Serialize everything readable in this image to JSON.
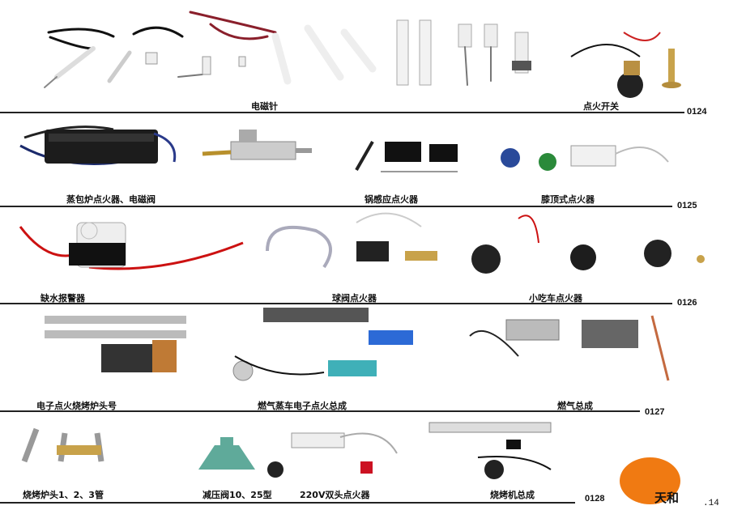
{
  "sections": [
    {
      "code": "0124",
      "captions": [
        "电磁针",
        "点火开关"
      ]
    },
    {
      "code": "0125",
      "captions": [
        "蒸包炉点火器、电磁阀",
        "锅感应点火器",
        "膝顶式点火器"
      ]
    },
    {
      "code": "0126",
      "captions": [
        "缺水报警器",
        "球阀点火器",
        "小吃车点火器"
      ]
    },
    {
      "code": "0127",
      "captions": [
        "电子点火烧烤炉头号",
        "燃气蒸车电子点火总成",
        "燃气总成"
      ]
    },
    {
      "code": "0128",
      "captions": [
        "烧烤炉头1、2、3管",
        "减压阀10、25型",
        "220V双头点火器",
        "烧烤机总成"
      ]
    }
  ],
  "footer": {
    "brand": "天和",
    "page": ".14"
  },
  "colors": {
    "rule": "#222222",
    "logo_orange": "#f07a12"
  }
}
